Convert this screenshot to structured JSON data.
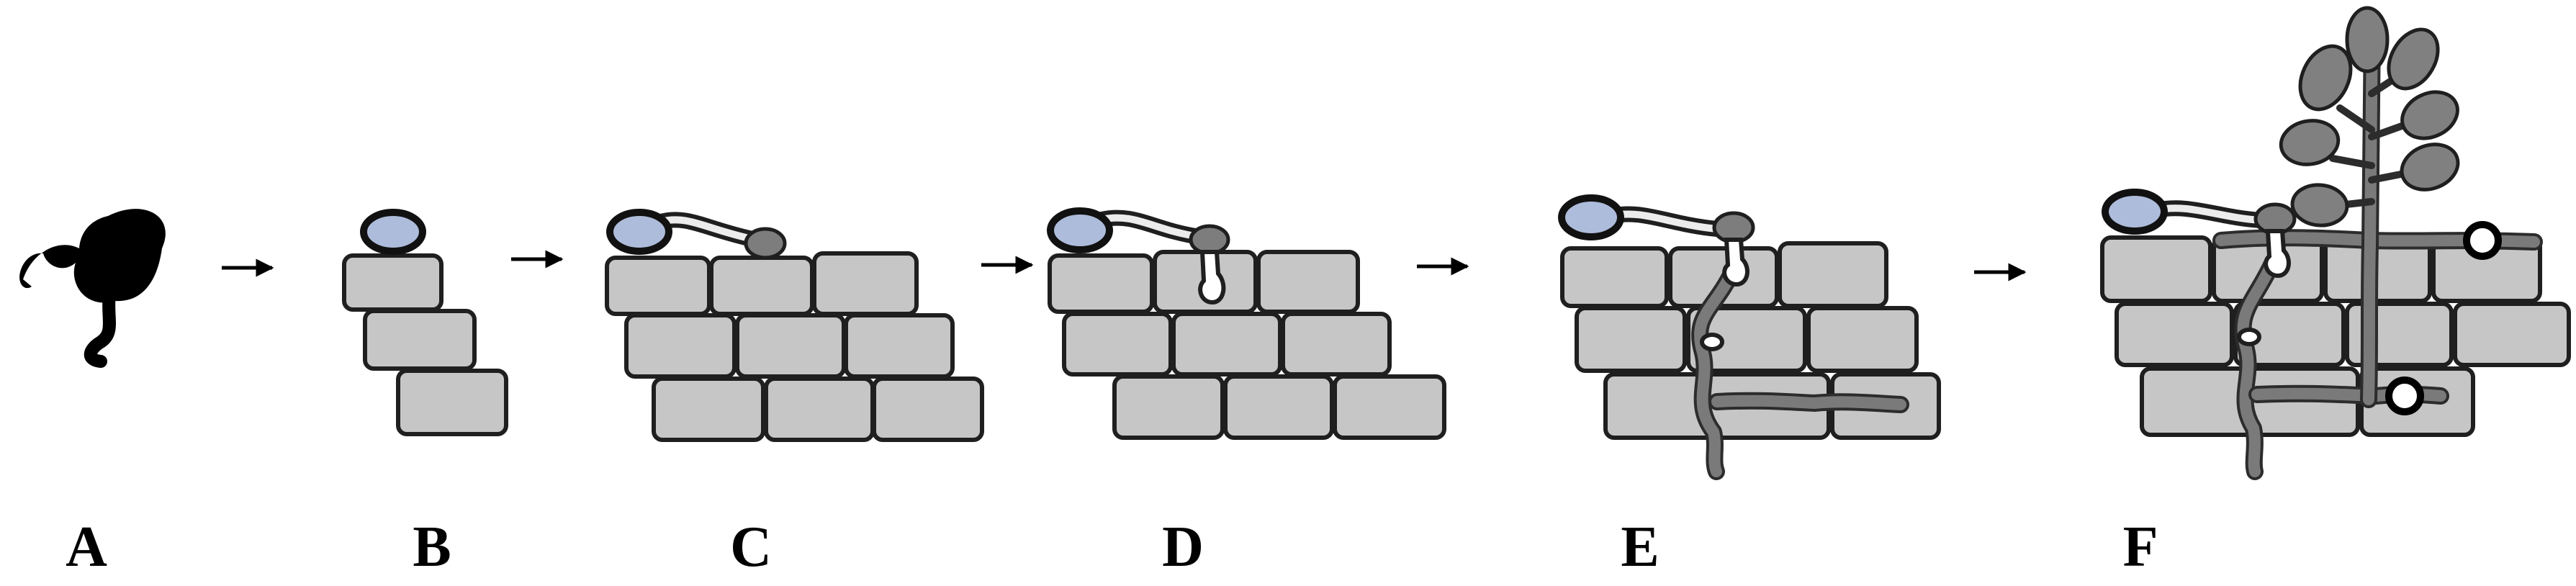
{
  "panels": [
    {
      "label": "A"
    },
    {
      "label": "B"
    },
    {
      "label": "C"
    },
    {
      "label": "D"
    },
    {
      "label": "E"
    },
    {
      "label": "F"
    }
  ],
  "colors": {
    "cell_fill": "#c6c6c6",
    "cell_stroke": "#1f1f1f",
    "spore_fill": "#aebcdb",
    "hypha": "#7a7a7a",
    "appressorium": "#7d7d7d",
    "conidium": "#808080",
    "silhouette": "#000000"
  },
  "icons": [
    "spore-silhouette-icon",
    "arrow-right-icon"
  ]
}
